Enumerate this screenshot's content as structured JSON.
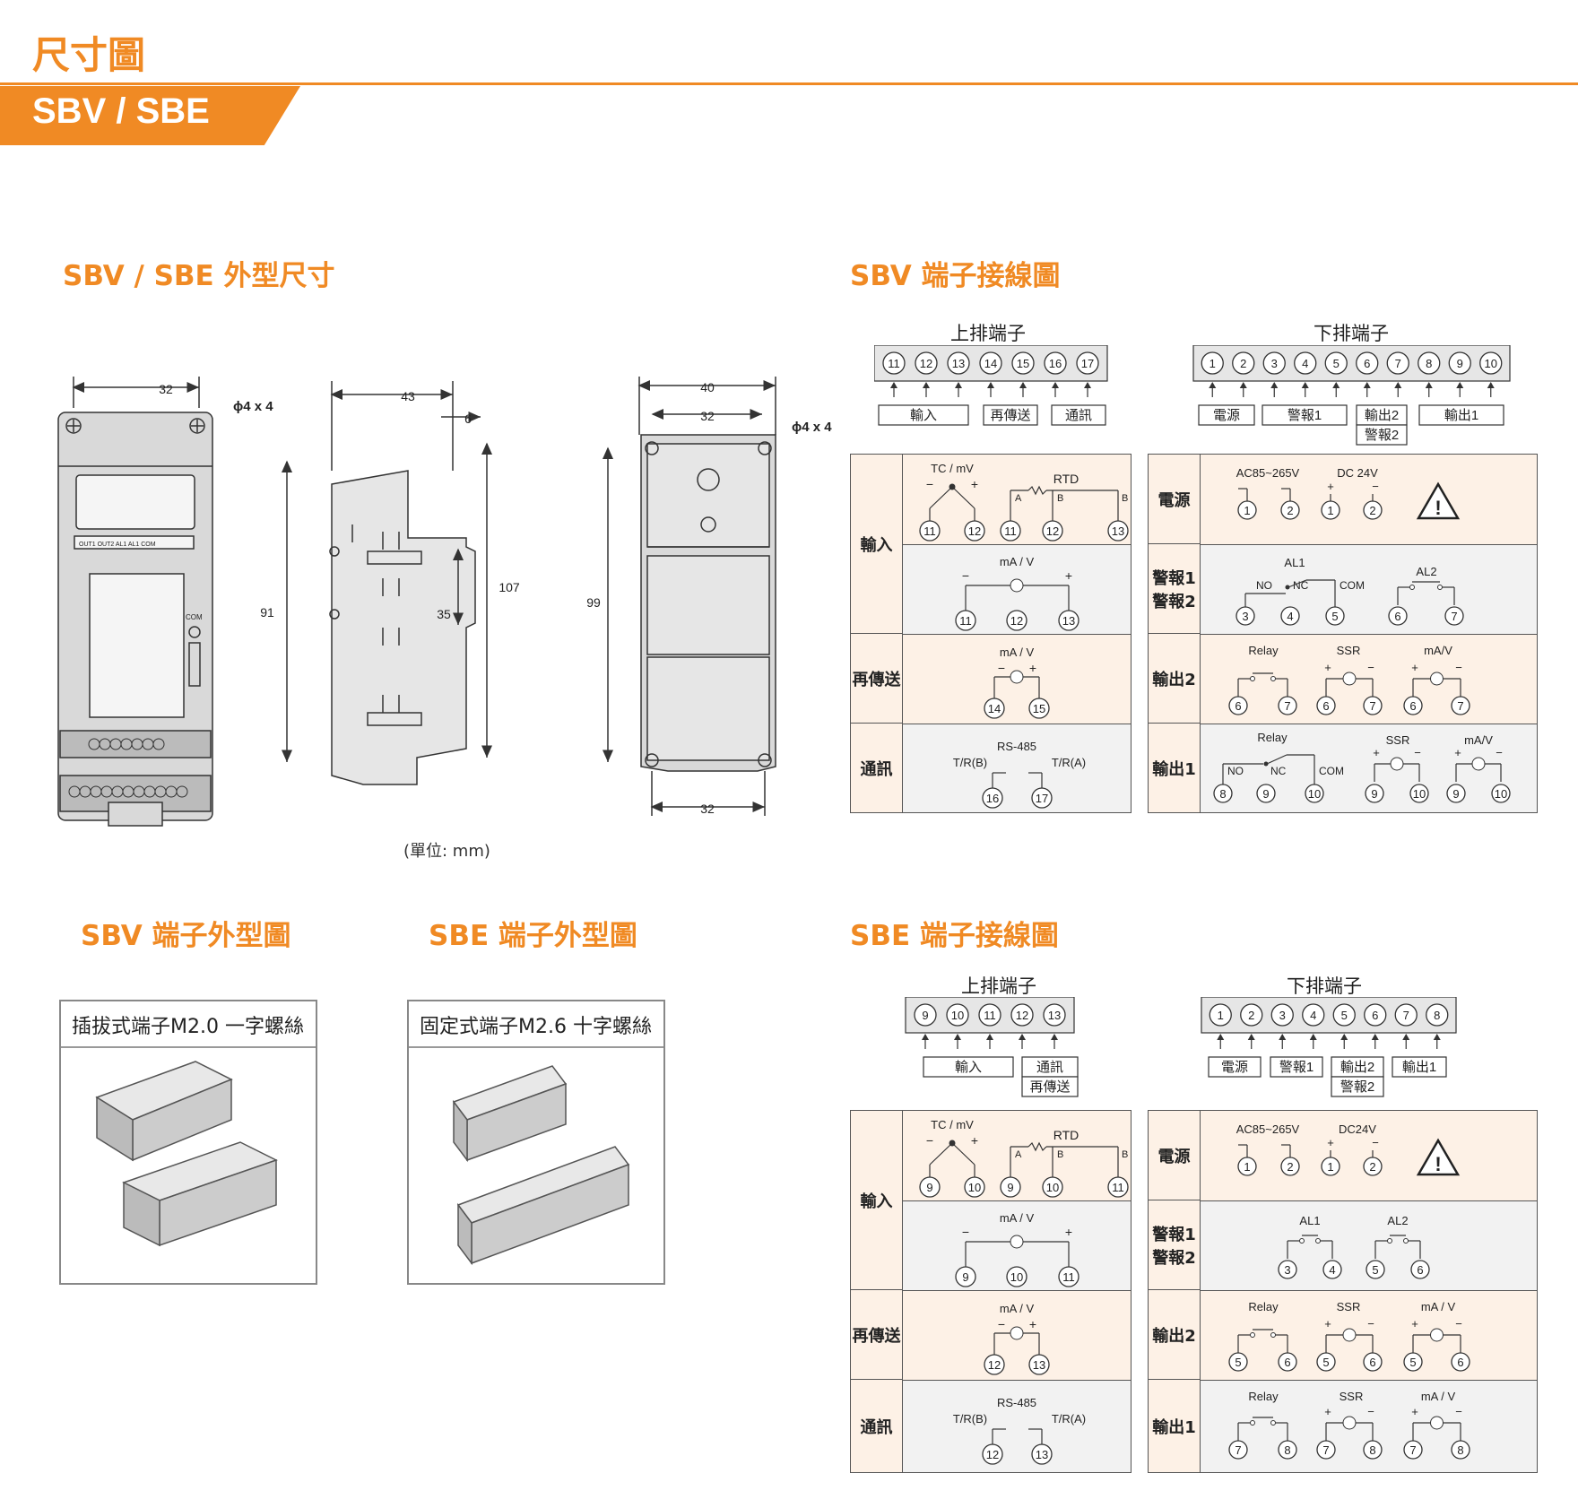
{
  "header": {
    "title": "尺寸圖",
    "model_banner": "SBV / SBE"
  },
  "sections": {
    "dimensions": "SBV / SBE 外型尺寸",
    "sbv_wiring": "SBV 端子接線圖",
    "sbv_terminal_shape": "SBV 端子外型圖",
    "sbe_terminal_shape": "SBE 端子外型圖",
    "sbe_wiring": "SBE 端子接線圖"
  },
  "dimensions": {
    "front": {
      "width": "32",
      "hole": "ϕ4 x 4",
      "labels": [
        "OUT1",
        "OUT2",
        "AL1",
        "AL1",
        "COM"
      ],
      "com_label": "COM"
    },
    "side": {
      "depth": "43",
      "tab": "6",
      "height_total": "107",
      "height_body": "91",
      "rail": "35"
    },
    "rear": {
      "width_outer": "40",
      "width_inner": "32",
      "height": "99",
      "bottom_width": "32",
      "hole": "ϕ4 x 4"
    },
    "unit_note": "(單位: mm)"
  },
  "terminal_shapes": {
    "sbv": {
      "caption": "插拔式端子M2.0 一字螺絲"
    },
    "sbe": {
      "caption": "固定式端子M2.6 十字螺絲"
    }
  },
  "sbv": {
    "upper": {
      "title": "上排端子",
      "numbers": [
        "11",
        "12",
        "13",
        "14",
        "15",
        "16",
        "17"
      ],
      "groups": [
        "輸入",
        "再傳送",
        "通訊"
      ]
    },
    "lower": {
      "title": "下排端子",
      "numbers": [
        "1",
        "2",
        "3",
        "4",
        "5",
        "6",
        "7",
        "8",
        "9",
        "10"
      ],
      "groups": [
        "電源",
        "警報1",
        "輸出2",
        "警報2",
        "輸出1"
      ]
    },
    "left_table": {
      "input_label": "輸入",
      "retrans_label": "再傳送",
      "comm_label": "通訊",
      "tc_label": "TC / mV",
      "rtd_label": "RTD",
      "ma_label": "mA / V",
      "rs485": "RS-485",
      "trb": "T/R(B)",
      "tra": "T/R(A)",
      "a": "A",
      "b": "B",
      "plus": "+",
      "minus": "−",
      "tc_terms": [
        "11",
        "12"
      ],
      "rtd_terms": [
        "11",
        "12",
        "13"
      ],
      "ma_terms": [
        "11",
        "12",
        "13"
      ],
      "retrans_terms": [
        "14",
        "15"
      ],
      "comm_terms": [
        "16",
        "17"
      ]
    },
    "right_table": {
      "power_label": "電源",
      "alarm_label1": "警報1",
      "alarm_label2": "警報2",
      "out2_label": "輸出2",
      "out1_label": "輸出1",
      "ac": "AC85~265V",
      "dc": "DC 24V",
      "al1": "AL1",
      "al2": "AL2",
      "no": "NO",
      "nc": "NC",
      "com": "COM",
      "relay": "Relay",
      "ssr": "SSR",
      "mav": "mA/V",
      "power_terms": [
        "1",
        "2",
        "1",
        "2"
      ],
      "alarm_terms": [
        "3",
        "4",
        "5",
        "6",
        "7"
      ],
      "out2_terms": [
        "6",
        "7",
        "6",
        "7",
        "6",
        "7"
      ],
      "out1_relay_terms": [
        "8",
        "9",
        "10"
      ],
      "out1_other_terms": [
        "9",
        "10",
        "9",
        "10"
      ]
    }
  },
  "sbe": {
    "upper": {
      "title": "上排端子",
      "numbers": [
        "9",
        "10",
        "11",
        "12",
        "13"
      ],
      "groups": [
        "輸入",
        "通訊",
        "再傳送"
      ]
    },
    "lower": {
      "title": "下排端子",
      "numbers": [
        "1",
        "2",
        "3",
        "4",
        "5",
        "6",
        "7",
        "8"
      ],
      "groups": [
        "電源",
        "警報1",
        "輸出2",
        "輸出1",
        "警報2"
      ]
    },
    "left_table": {
      "input_label": "輸入",
      "retrans_label": "再傳送",
      "comm_label": "通訊",
      "tc_label": "TC / mV",
      "rtd_label": "RTD",
      "ma_label": "mA / V",
      "rs485": "RS-485",
      "trb": "T/R(B)",
      "tra": "T/R(A)",
      "tc_terms": [
        "9",
        "10"
      ],
      "rtd_terms": [
        "9",
        "10",
        "11"
      ],
      "ma_terms": [
        "9",
        "10",
        "11"
      ],
      "retrans_terms": [
        "12",
        "13"
      ],
      "comm_terms": [
        "12",
        "13"
      ]
    },
    "right_table": {
      "power_label": "電源",
      "alarm_label1": "警報1",
      "alarm_label2": "警報2",
      "out2_label": "輸出2",
      "out1_label": "輸出1",
      "ac": "AC85~265V",
      "dc": "DC24V",
      "al1": "AL1",
      "al2": "AL2",
      "relay": "Relay",
      "ssr": "SSR",
      "mav": "mA / V",
      "power_terms": [
        "1",
        "2",
        "1",
        "2"
      ],
      "alarm_terms": [
        "3",
        "4",
        "5",
        "6"
      ],
      "out2_terms": [
        "5",
        "6",
        "5",
        "6",
        "5",
        "6"
      ],
      "out1_terms": [
        "7",
        "8",
        "7",
        "8",
        "7",
        "8"
      ]
    }
  },
  "colors": {
    "accent": "#f08a24",
    "row_a": "#fdf1e6",
    "row_b": "#f2f2f2",
    "body_gray": "#d9d9d9"
  }
}
